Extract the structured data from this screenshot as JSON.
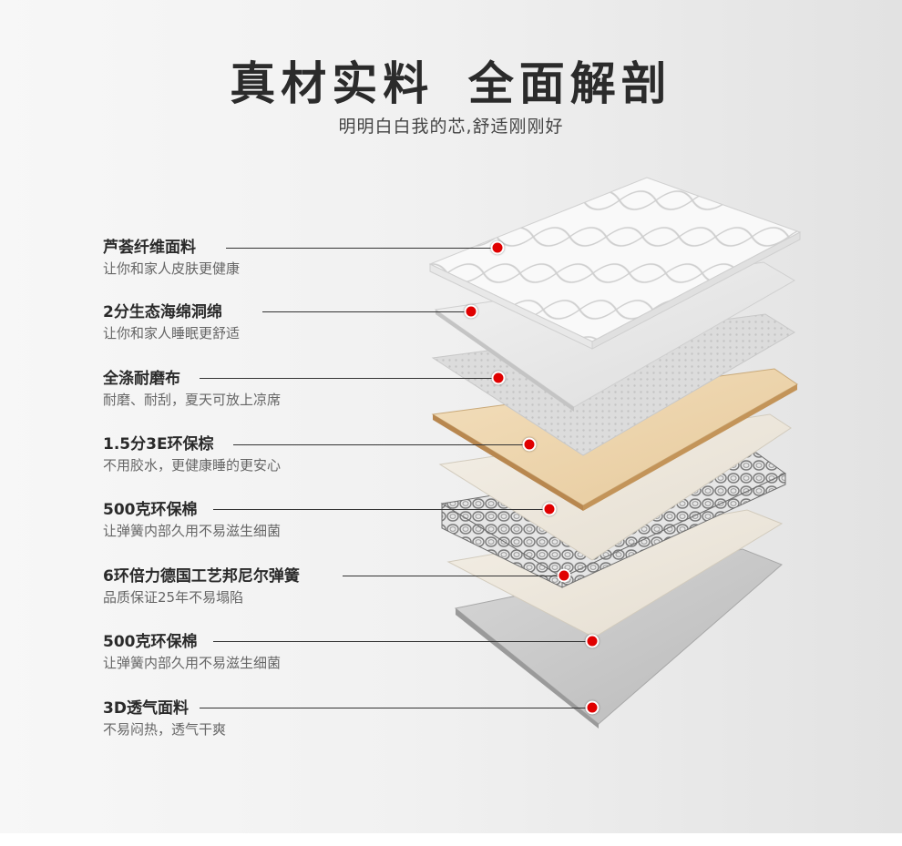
{
  "header": {
    "title": "真材实料 全面解剖",
    "subtitle": "明明白白我的芯,舒适刚刚好"
  },
  "layers": [
    {
      "name": "芦荟纤维面料",
      "desc": "让你和家人皮肤更健康"
    },
    {
      "name": "2分生态海绵洞绵",
      "desc": "让你和家人睡眠更舒适"
    },
    {
      "name": "全涤耐磨布",
      "desc": "耐磨、耐刮，夏天可放上凉席"
    },
    {
      "name": "1.5分3E环保棕",
      "desc": "不用胶水，更健康睡的更安心"
    },
    {
      "name": "500克环保棉",
      "desc": "让弹簧内部久用不易滋生细菌"
    },
    {
      "name": "6环倍力德国工艺邦尼尔弹簧",
      "desc": "品质保证25年不易塌陷"
    },
    {
      "name": "500克环保棉",
      "desc": "让弹簧内部久用不易滋生细菌"
    },
    {
      "name": "3D透气面料",
      "desc": "不易闷热，透气干爽"
    }
  ],
  "colors": {
    "accent_dot": "#e00000",
    "leader_line": "#333333",
    "title_text": "#2b2b2b"
  }
}
